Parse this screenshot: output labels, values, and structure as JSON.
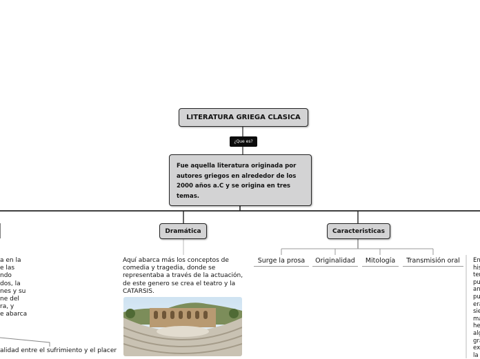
{
  "map": {
    "root": "LITERATURA GRIEGA CLASICA",
    "connector": "¿Que es?",
    "definition": "Fue aquella literatura originada por autores griegos en alrededor de los 2000 años a.C y se origina en tres temas.",
    "dramatica": {
      "title": "Dramática",
      "description": "Aquí abarca más los conceptos de comedia y tragedia, donde se representaba a través de la actuación, de este genero se crea el teatro y la CATARSIS."
    },
    "caracteristicas": {
      "title": "Caracteristicas",
      "items": [
        "Surge la prosa",
        "Originalidad",
        "Mitología",
        "Transmisión oral"
      ]
    },
    "left_fragment": {
      "lines": [
        "a en la",
        "e las",
        "ndo",
        "dos, la",
        "nes y su",
        "ne del",
        "ra, y",
        "e abarca"
      ],
      "bottom": "alidad entre el sufrimiento y el placer"
    },
    "right_fragment": {
      "lines": [
        "En",
        "his",
        "ter",
        "pu",
        "an",
        "pu",
        "era",
        "sie",
        "ma",
        "he",
        "alg",
        "gra",
        "ex",
        "la"
      ]
    }
  },
  "colors": {
    "node_fill": "#d3d3d4",
    "line": "#222222",
    "badge": "#0c0c0c"
  }
}
